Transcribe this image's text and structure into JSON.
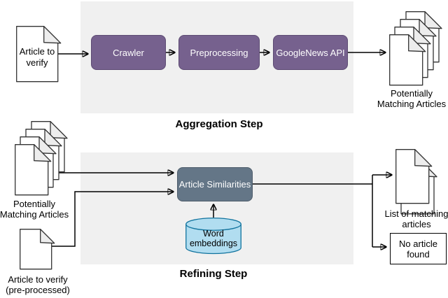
{
  "colors": {
    "region_bg": "#f0f0f0",
    "process_fill": "#76618e",
    "process_stroke": "#5d4b73",
    "similarity_fill": "#647687",
    "similarity_stroke": "#4e5d6b",
    "db_fill": "#b1ddf0",
    "db_stroke": "#10739e",
    "doc_fill": "#ffffff",
    "doc_stroke": "#333333",
    "fold_fill": "#ededed",
    "connector": "#000000",
    "text": "#000000"
  },
  "aggregation": {
    "title": "Aggregation Step",
    "source_doc": {
      "line1": "Article to",
      "line2": "verify"
    },
    "nodes": [
      {
        "label": "Crawler"
      },
      {
        "label": "Preprocessing"
      },
      {
        "label": "GoogleNews API"
      }
    ],
    "output_stack": {
      "line1": "Potentially",
      "line2": "Matching Articles"
    }
  },
  "refining": {
    "title": "Refining Step",
    "input_stack": {
      "line1": "Potentially",
      "line2": "Matching Articles"
    },
    "input_doc": {
      "line1": "Article to verify",
      "line2": "(pre-processed)"
    },
    "process": {
      "label": "Article Similarities"
    },
    "database": {
      "line1": "Word",
      "line2": "embeddings"
    },
    "match_output": {
      "line1": "List of matching",
      "line2": "articles"
    },
    "no_match_output": {
      "line1": "No article",
      "line2": "found"
    }
  }
}
